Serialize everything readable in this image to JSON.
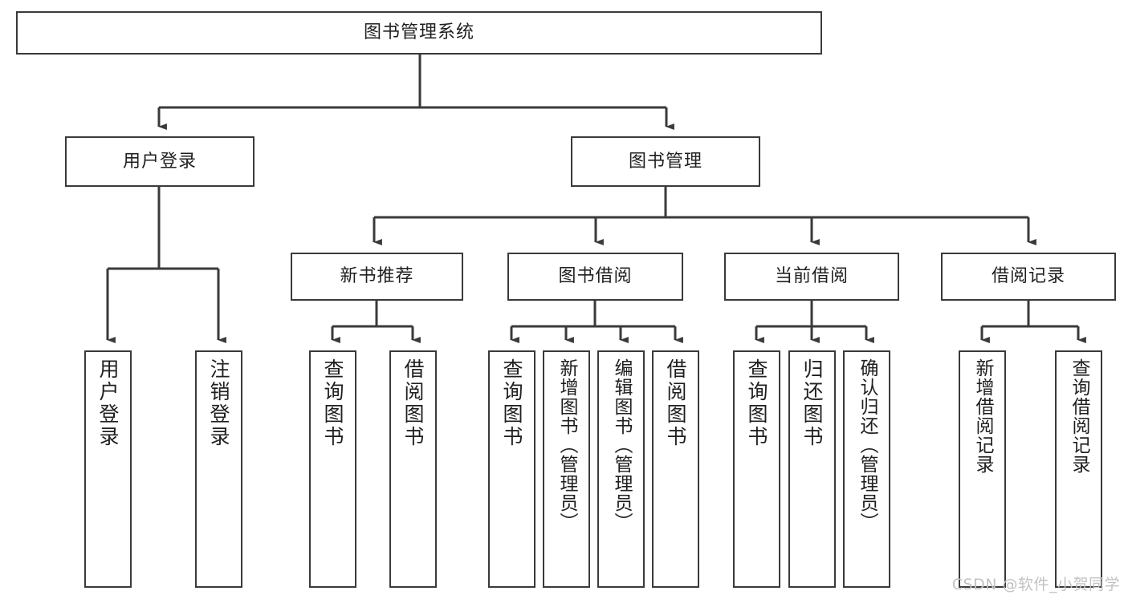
{
  "diagram": {
    "type": "tree",
    "title": "图书管理系统",
    "watermark": "CSDN @软件_小贺同学",
    "line_color": "#3a3a3a",
    "box_fill": "#ffffff",
    "text_color": "#1f1f1f",
    "watermark_color": "#c2c2c2"
  },
  "nodes": {
    "root": {
      "label": "图书管理系统",
      "level": 1
    },
    "l2": [
      {
        "id": "user_login",
        "label": "用户登录"
      },
      {
        "id": "book_manage",
        "label": "图书管理"
      }
    ],
    "l3": [
      {
        "id": "new_book_rec",
        "label": "新书推荐"
      },
      {
        "id": "book_borrow",
        "label": "图书借阅"
      },
      {
        "id": "current_borrow",
        "label": "当前借阅"
      },
      {
        "id": "borrow_record",
        "label": "借阅记录"
      }
    ],
    "leaves": {
      "user_login": [
        {
          "id": "leaf_user_login",
          "label": "用户登录"
        },
        {
          "id": "leaf_logout",
          "label": "注销登录"
        }
      ],
      "new_book_rec": [
        {
          "id": "leaf_query_book_1",
          "label": "查询图书"
        },
        {
          "id": "leaf_borrow_book_1",
          "label": "借阅图书"
        }
      ],
      "book_borrow": [
        {
          "id": "leaf_query_book_2",
          "label": "查询图书"
        },
        {
          "id": "leaf_add_book",
          "label": "新增图书（管理员）"
        },
        {
          "id": "leaf_edit_book",
          "label": "编辑图书（管理员）"
        },
        {
          "id": "leaf_borrow_book_2",
          "label": "借阅图书"
        }
      ],
      "current_borrow": [
        {
          "id": "leaf_query_book_3",
          "label": "查询图书"
        },
        {
          "id": "leaf_return_book",
          "label": "归还图书"
        },
        {
          "id": "leaf_confirm_return",
          "label": "确认归还（管理员）"
        }
      ],
      "borrow_record": [
        {
          "id": "leaf_add_record",
          "label": "新增借阅记录"
        },
        {
          "id": "leaf_query_record",
          "label": "查询借阅记录"
        }
      ]
    }
  }
}
